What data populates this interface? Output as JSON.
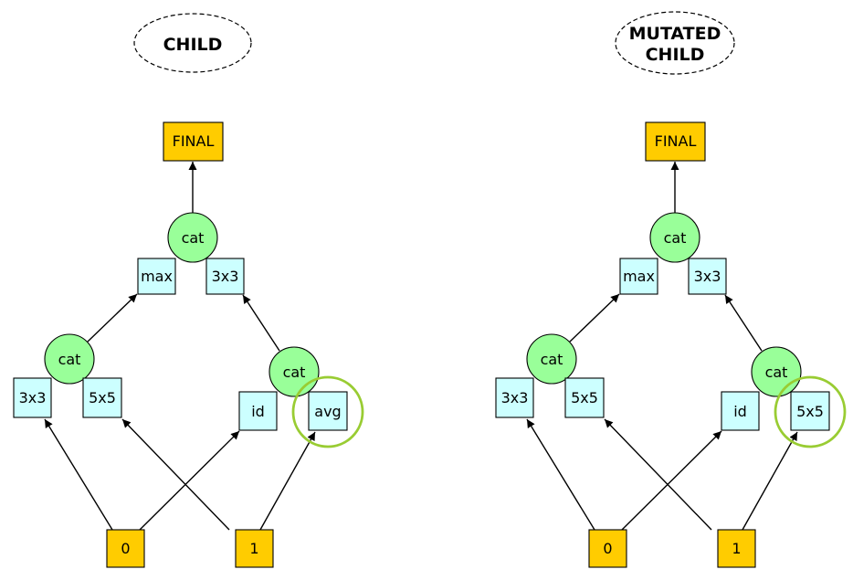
{
  "colors": {
    "io_node": "#ffcc00",
    "op_node": "#ccffff",
    "cat_node": "#99ff99",
    "highlight": "#99cc33",
    "edge": "#000000"
  },
  "left": {
    "title": [
      "CHILD"
    ],
    "final": "FINAL",
    "top_cat": "cat",
    "upper_left_op": "max",
    "upper_right_op": "3x3",
    "left_cat": "cat",
    "right_cat": "cat",
    "ops": [
      "3x3",
      "5x5",
      "id",
      "avg"
    ],
    "inputs": [
      "0",
      "1"
    ]
  },
  "right": {
    "title": [
      "MUTATED",
      "CHILD"
    ],
    "final": "FINAL",
    "top_cat": "cat",
    "upper_left_op": "max",
    "upper_right_op": "3x3",
    "left_cat": "cat",
    "right_cat": "cat",
    "ops": [
      "3x3",
      "5x5",
      "id",
      "5x5"
    ],
    "inputs": [
      "0",
      "1"
    ]
  }
}
